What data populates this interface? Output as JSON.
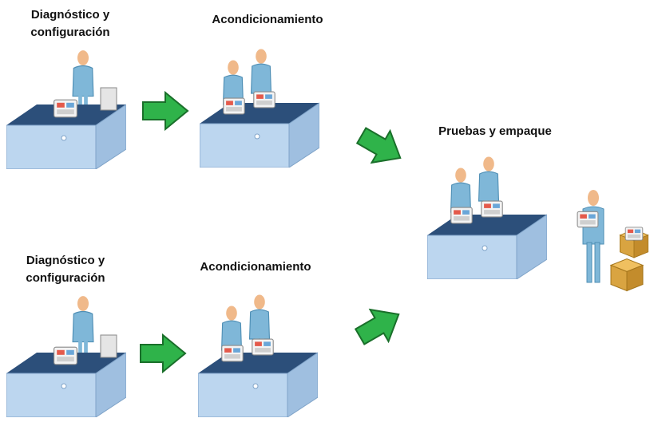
{
  "colors": {
    "arrow_fill": "#2fb34a",
    "arrow_stroke": "#1a6f2a",
    "desk_top": "#2c4f7a",
    "desk_front": "#bcd6ef",
    "desk_side": "#9fbfe0",
    "person": "#7fb7d8",
    "skin": "#f0b98a",
    "box": "#d9a441"
  },
  "stations": {
    "top_left": {
      "line1": "Diagnóstico y",
      "line2": "configuración"
    },
    "top_mid": {
      "text": "Acondicionamiento"
    },
    "right": {
      "text": "Pruebas y empaque"
    },
    "bottom_left": {
      "line1": "Diagnóstico y",
      "line2": "configuración"
    },
    "bottom_mid": {
      "text": "Acondicionamiento"
    }
  },
  "icons": {
    "workstation": "workstation-icon",
    "arrow": "flow-arrow-icon",
    "packer": "packer-icon",
    "boxes": "shipping-boxes-icon"
  }
}
